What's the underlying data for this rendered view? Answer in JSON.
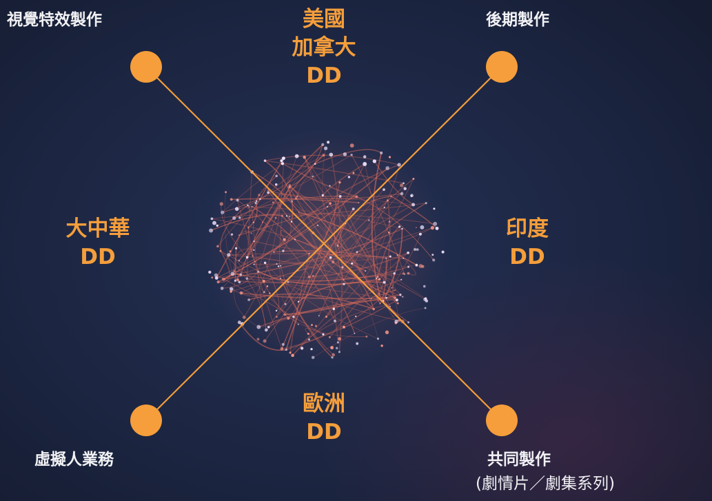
{
  "diagram": {
    "corners": {
      "top_left": "視覺特效製作",
      "top_right": "後期製作",
      "bottom_left": "虛擬人業務",
      "bottom_right": "共同製作",
      "bottom_right_sub": "(劇情片／劇集系列)"
    },
    "regions": {
      "top": [
        "美國",
        "加拿大",
        "DD"
      ],
      "left": [
        "大中華",
        "DD"
      ],
      "right": [
        "印度",
        "DD"
      ],
      "bottom": [
        "歐洲",
        "DD"
      ]
    },
    "colors": {
      "accent": "#f59e3b",
      "label": "#f2f2f5",
      "background": "#1d2744",
      "network": "#d96a5a"
    },
    "icons": {
      "center": "network-globe-icon",
      "endpoints": "orange-dot-icon"
    }
  }
}
